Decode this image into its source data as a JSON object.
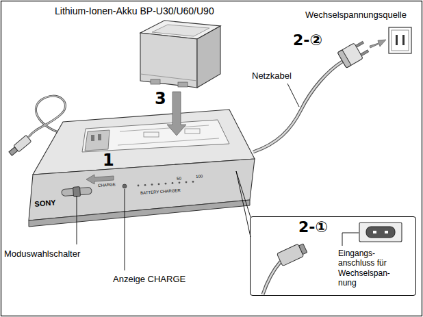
{
  "diagram": {
    "nodes": [
      {
        "text": [
          "2-①",
          "Eingangs- anschluss für Wechselspan- nung"
        ]
      }
    ],
    "labels": [
      "Lithium-Ionen-Akku BP-U30/U60/U90",
      "Wechselspannungsquelle",
      "2-②",
      "3",
      "Netzkabel",
      "1",
      "Moduswahlschalter",
      "Anzeige CHARGE",
      "SONY",
      "CHARGE",
      "BATTERY CHARGER",
      "50",
      "100"
    ]
  }
}
